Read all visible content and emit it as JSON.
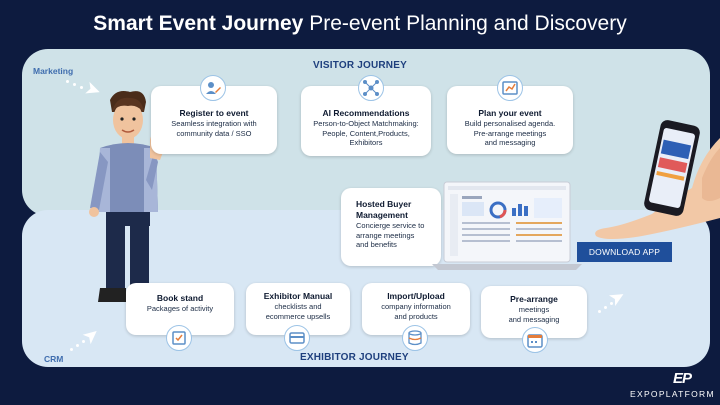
{
  "title": {
    "bold": "Smart Event Journey",
    "rest": "Pre-event Planning and Discovery"
  },
  "labels": {
    "marketing": "Marketing",
    "crm": "CRM",
    "visitor_journey": "VISITOR JOURNEY",
    "exhibitor_journey": "EXHIBITOR JOURNEY"
  },
  "visitor_cards": [
    {
      "title": "Register to event",
      "lines": [
        "Seamless integration with",
        "community data / SSO"
      ],
      "icon": "user-register-icon"
    },
    {
      "title": "AI Recommendations",
      "lines": [
        "Person-to-Object Matchmaking:",
        "People, Content,Products,",
        "Exhibitors"
      ],
      "icon": "network-nodes-icon"
    },
    {
      "title": "Plan your event",
      "lines": [
        "Build personalised agenda.",
        "Pre-arrange meetings",
        "and  messaging"
      ],
      "icon": "agenda-board-icon"
    }
  ],
  "hosted_buyer": {
    "title": [
      "Hosted Buyer",
      "Management"
    ],
    "lines": [
      "Concierge service to",
      "arrange meetings",
      "and benefits"
    ]
  },
  "exhibitor_cards": [
    {
      "title": "Book stand",
      "lines": [
        "Packages of activity"
      ],
      "icon": "checklist-icon"
    },
    {
      "title": "Exhibitor Manual",
      "lines": [
        "checklists and",
        "ecommerce upsells"
      ],
      "icon": "card-payment-icon"
    },
    {
      "title": "Import/Upload",
      "lines": [
        "company information",
        "and products"
      ],
      "icon": "database-icon"
    },
    {
      "title": "Pre-arrange",
      "lines": [
        "meetings",
        "and messaging"
      ],
      "icon": "calendar-icon"
    }
  ],
  "download_button": "DOWNLOAD APP",
  "brand": {
    "mark": "EP",
    "name": "EXPOPLATFORM"
  },
  "colors": {
    "background": "#0d1b3f",
    "top_band": "#cfe2e8",
    "bottom_band": "#d8e7f4",
    "accent": "#1f4f9b"
  }
}
